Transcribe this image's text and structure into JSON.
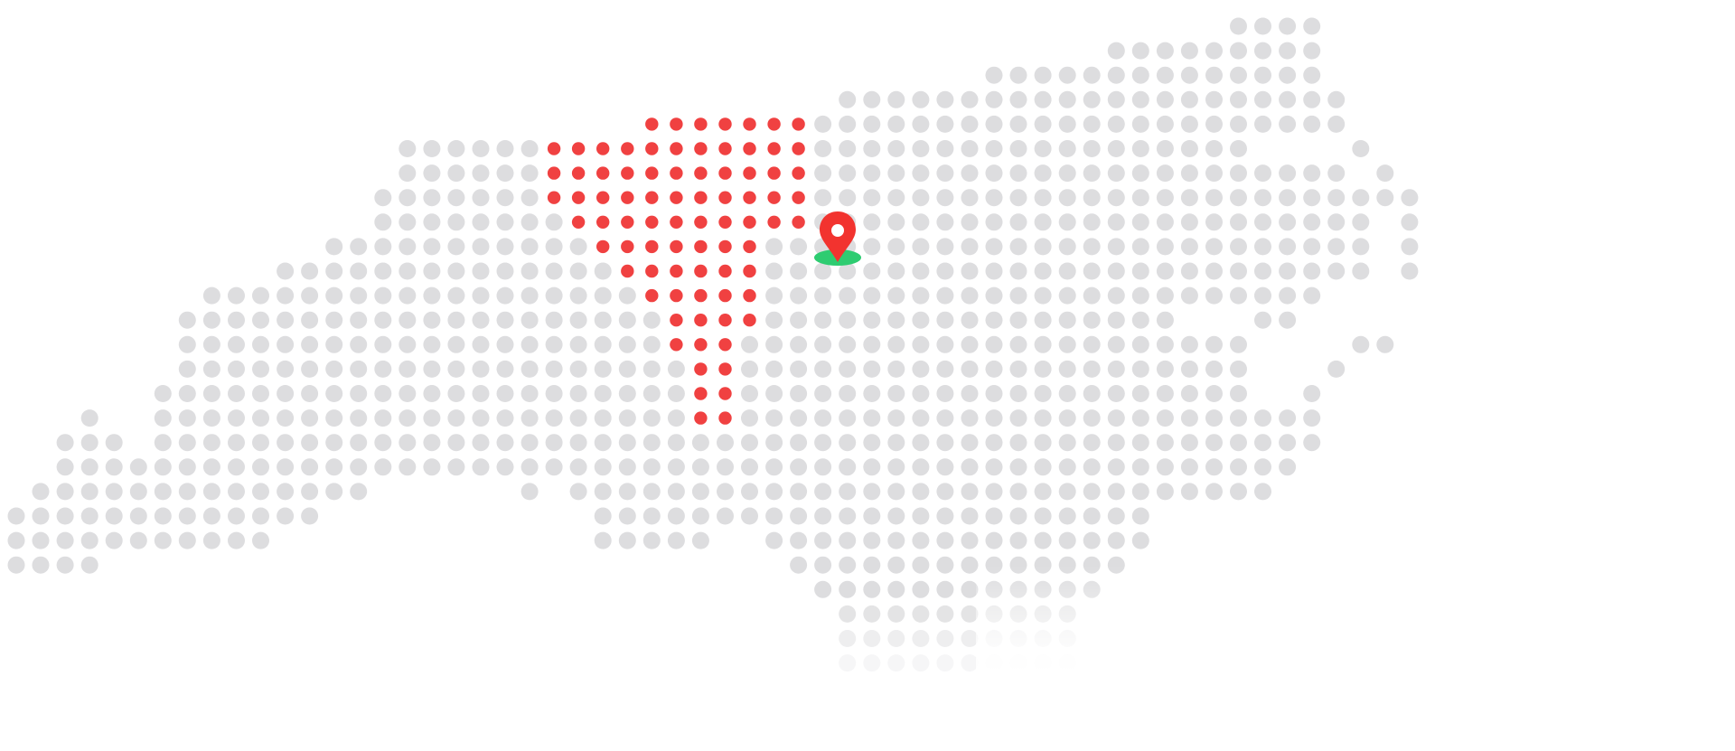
{
  "map": {
    "region": "state-dot-map",
    "highlight_shape": "county-region",
    "colors": {
      "background": "#ffffff",
      "dot_default": "#dddddf",
      "dot_highlight": "#f04141",
      "pin_body": "#f2332f",
      "pin_center": "#ffffff",
      "pin_shadow": "#2ecc71"
    },
    "marker": {
      "icon": "location-pin-icon",
      "shadow_icon": "ground-ellipse"
    }
  }
}
